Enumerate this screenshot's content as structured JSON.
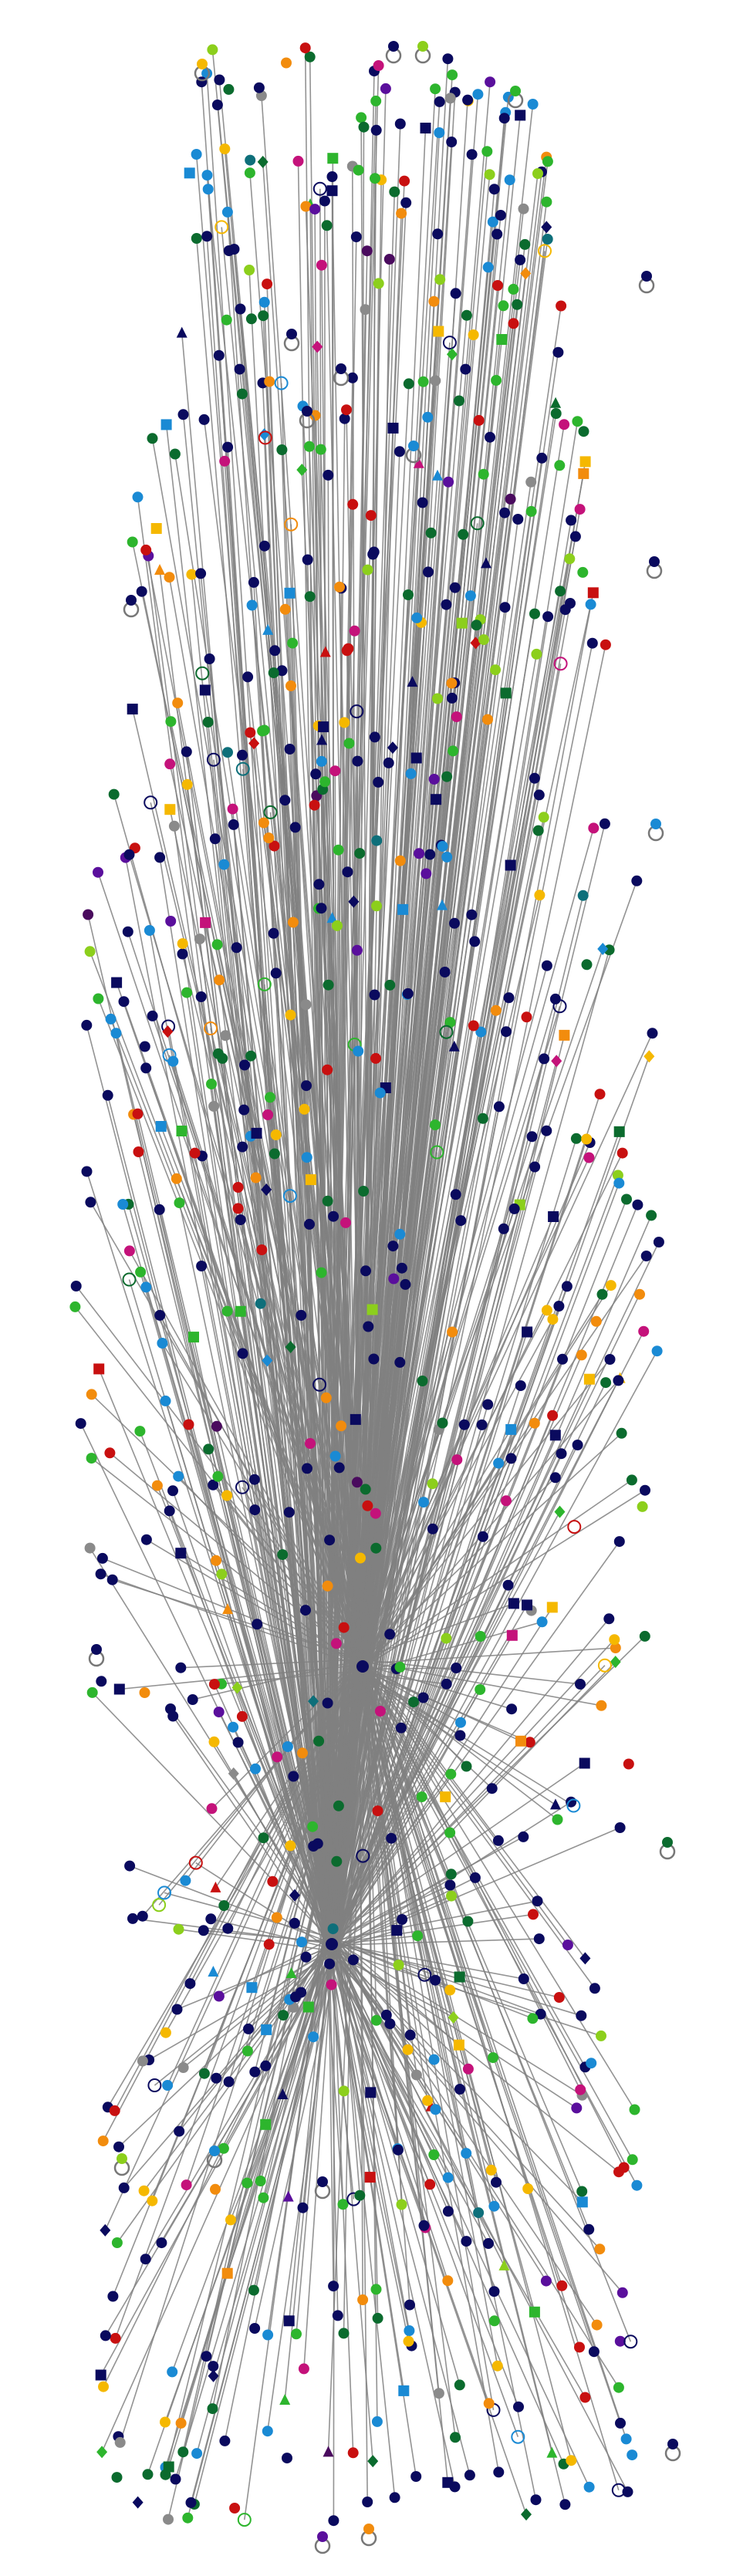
{
  "diagram": {
    "type": "network-graph",
    "background": "#ffffff",
    "edge_color": "#808080",
    "node_palette": {
      "navy": "#0a0a5e",
      "blue": "#1a8ad4",
      "dark_green": "#0b6b2e",
      "green": "#2db52d",
      "lime": "#8ccf1c",
      "orange": "#f28c0d",
      "amber": "#f5b800",
      "red": "#c81010",
      "magenta": "#c4127a",
      "purple": "#5a0f9c",
      "dark_purple": "#4a0b5e",
      "teal": "#0e6f7a",
      "gray_outline": "#8a8a8a"
    },
    "node_shapes": [
      "circle",
      "square",
      "diamond",
      "triangle",
      "ring-outline",
      "self-loop"
    ],
    "hubs": [
      "hub-upper",
      "hub-lower"
    ]
  }
}
